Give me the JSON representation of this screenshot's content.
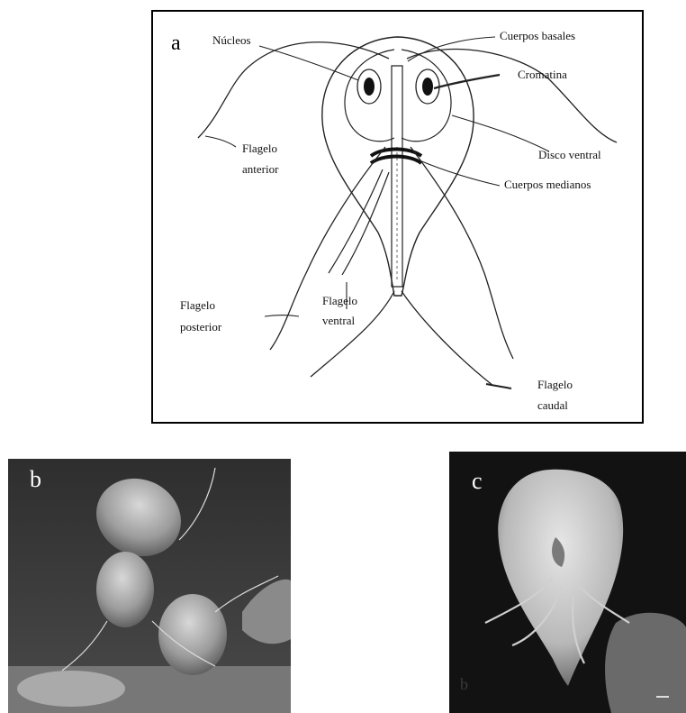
{
  "panel_a": {
    "letter": "a",
    "labels": {
      "nucleos": "Núcleos",
      "cuerpos_basales": "Cuerpos basales",
      "cromatina": "Cromatina",
      "flagelo_anterior_1": "Flagelo",
      "flagelo_anterior_2": "anterior",
      "disco_ventral": "Disco ventral",
      "cuerpos_medianos": "Cuerpos medianos",
      "flagelo_posterior_1": "Flagelo",
      "flagelo_posterior_2": "posterior",
      "flagelo_ventral_1": "Flagelo",
      "flagelo_ventral_2": "ventral",
      "flagelo_caudal_1": "Flagelo",
      "flagelo_caudal_2": "caudal"
    }
  },
  "panel_b": {
    "letter": "b"
  },
  "panel_c": {
    "letter": "c",
    "watermark": "b"
  }
}
